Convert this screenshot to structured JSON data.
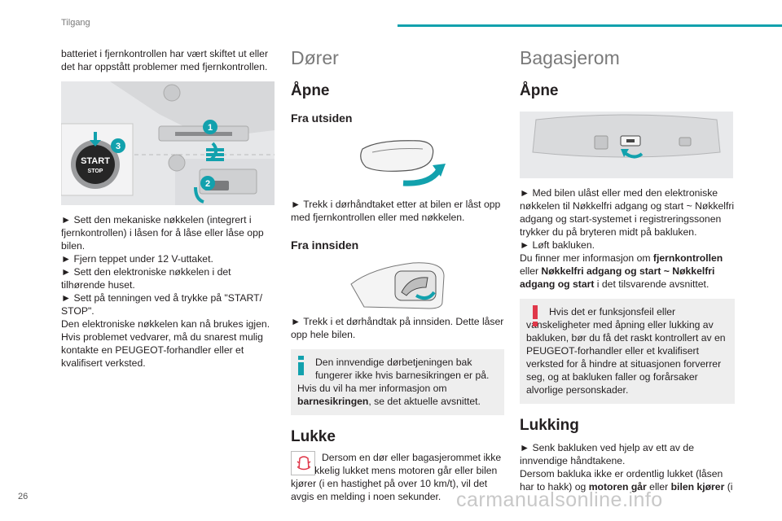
{
  "header": {
    "section": "Tilgang",
    "page_number": "26",
    "accent": "#12a1ad"
  },
  "col1": {
    "intro": "batteriet i fjernkontrollen har vært skiftet ut eller det har oppstått problemer med fjernkontrollen.",
    "figure_labels": {
      "start": "START",
      "stop": "STOP",
      "n1": "1",
      "n2": "2",
      "n3": "3"
    },
    "steps": [
      "► Sett den mekaniske nøkkelen (integrert i fjernkontrollen) i låsen for å låse eller låse opp bilen.",
      "► Fjern teppet under 12 V-uttaket.",
      "► Sett den elektroniske nøkkelen i det tilhørende huset.",
      "► Sett på tenningen ved å trykke på \"START/ STOP\"."
    ],
    "outro": "Den elektroniske nøkkelen kan nå brukes igjen. Hvis problemet vedvarer, må du snarest mulig kontakte en PEUGEOT-forhandler eller et kvalifisert verksted."
  },
  "col2": {
    "title": "Dører",
    "open_heading": "Åpne",
    "outside_heading": "Fra utsiden",
    "outside_text": "► Trekk i dørhåndtaket etter at bilen er låst opp med fjernkontrollen eller med nøkkelen.",
    "inside_heading": "Fra innsiden",
    "inside_text": "► Trekk i et dørhåndtak på innsiden. Dette låser opp hele bilen.",
    "info_line1": "Den innvendige dørbetjeningen bak fungerer ikke hvis barnesikringen er på.",
    "info_line2_pre": "Hvis du vil ha mer informasjon om ",
    "info_line2_bold": "barnesikringen",
    "info_line2_post": ", se det aktuelle avsnittet.",
    "close_heading": "Lukke",
    "close_text": "Dersom en dør eller bagasjerommet ikke er skikkelig lukket mens motoren går eller bilen kjører (i en hastighet på over 10 km/t), vil det avgis en melding i noen sekunder."
  },
  "col3": {
    "title": "Bagasjerom",
    "open_heading": "Åpne",
    "step1": "► Med bilen ulåst eller med den elektroniske nøkkelen til Nøkkelfri adgang og start ~ Nøkkelfri adgang og start-systemet i registreringssonen trykker du på bryteren midt på bakluken.",
    "step2": "► Løft bakluken.",
    "more_pre": "Du finner mer informasjon om ",
    "more_bold1": "fjernkontrollen",
    "more_mid": " eller ",
    "more_bold2": "Nøkkelfri adgang og start ~ Nøkkelfri adgang og start",
    "more_post": " i det tilsvarende avsnittet.",
    "warning": "Hvis det er funksjonsfeil eller vanskeligheter med åpning eller lukking av bakluken, bør du få det raskt kontrollert av en PEUGEOT-forhandler eller et kvalifisert verksted for å hindre at situasjonen forverrer seg, og at bakluken faller og forårsaker alvorlige personskader.",
    "close_heading": "Lukking",
    "close_step": "► Senk bakluken ved hjelp av ett av de innvendige håndtakene.",
    "close_text_pre": "Dersom bakluka ikke er ordentlig lukket (låsen har to hakk) og ",
    "close_bold1": "motoren går",
    "close_mid": " eller ",
    "close_bold2": "bilen kjører",
    "close_post": " (i"
  },
  "watermark": "carmanualsonline.info"
}
